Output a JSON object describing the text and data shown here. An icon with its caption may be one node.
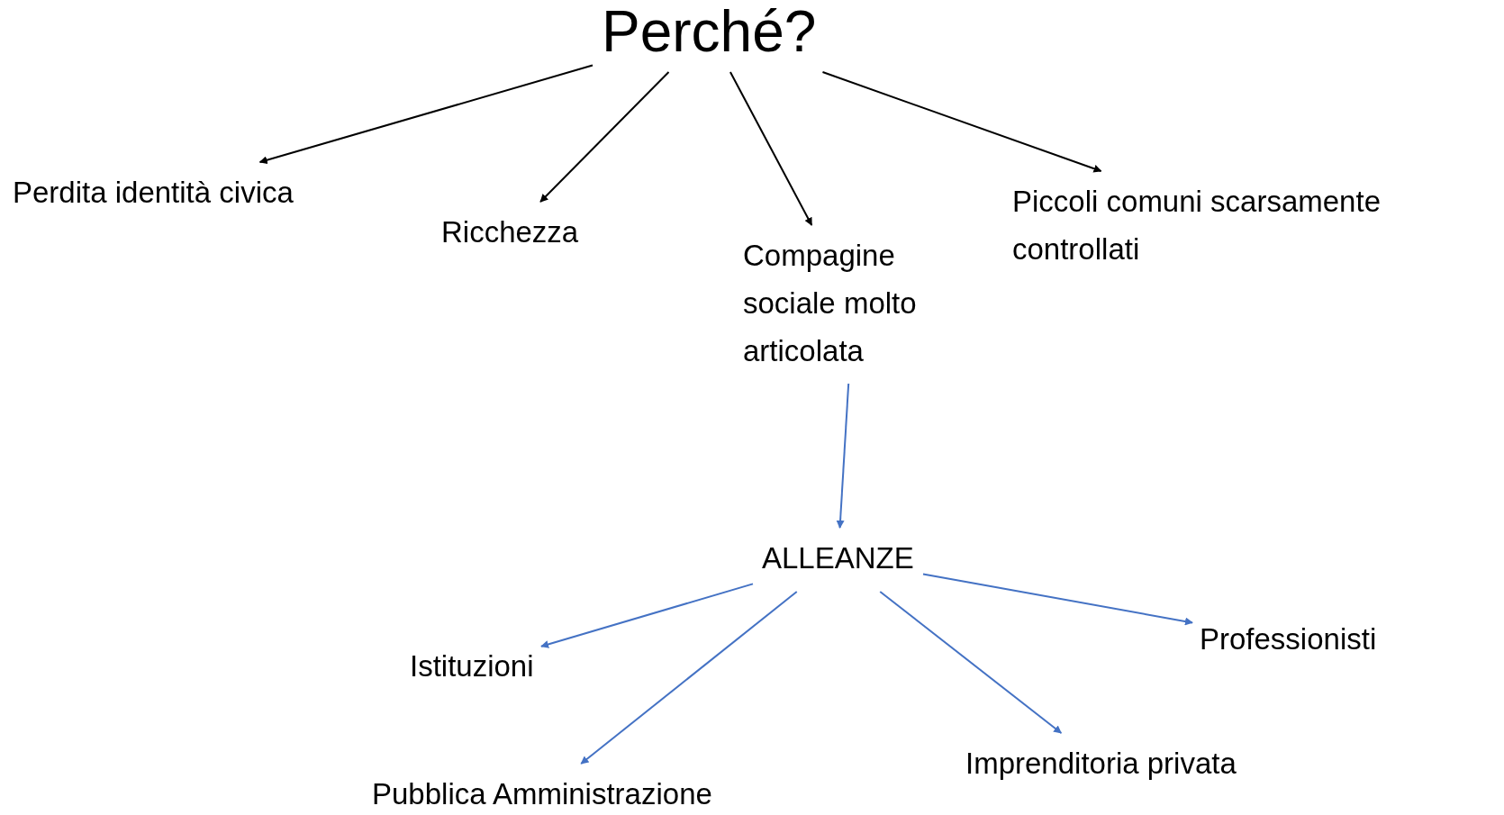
{
  "diagram": {
    "nodes": [
      {
        "text": [
          "Perché?"
        ]
      },
      {
        "text": [
          "Perdita identità civica"
        ]
      },
      {
        "text": [
          "Ricchezza"
        ]
      },
      {
        "text": [
          "Compagine sociale molto articolata"
        ]
      },
      {
        "text": [
          "Piccoli comuni scarsamente controllati"
        ]
      },
      {
        "text": [
          "ALLEANZE"
        ]
      },
      {
        "text": [
          "Istituzioni"
        ]
      },
      {
        "text": [
          "Pubblica Amministrazione"
        ]
      },
      {
        "text": [
          "Imprenditoria privata"
        ]
      },
      {
        "text": [
          "Professionisti"
        ]
      }
    ],
    "edges": [
      {
        "from": 0,
        "to": 1,
        "arrow": "to",
        "color": "#000000"
      },
      {
        "from": 0,
        "to": 2,
        "arrow": "to",
        "color": "#000000"
      },
      {
        "from": 0,
        "to": 3,
        "arrow": "to",
        "color": "#000000"
      },
      {
        "from": 0,
        "to": 4,
        "arrow": "to",
        "color": "#000000"
      },
      {
        "from": 3,
        "to": 5,
        "arrow": "to"
      },
      {
        "from": 5,
        "to": 6,
        "arrow": "to"
      },
      {
        "from": 5,
        "to": 7,
        "arrow": "to"
      },
      {
        "from": 5,
        "to": 8,
        "arrow": "to"
      },
      {
        "from": 5,
        "to": 9,
        "arrow": "to"
      }
    ]
  }
}
